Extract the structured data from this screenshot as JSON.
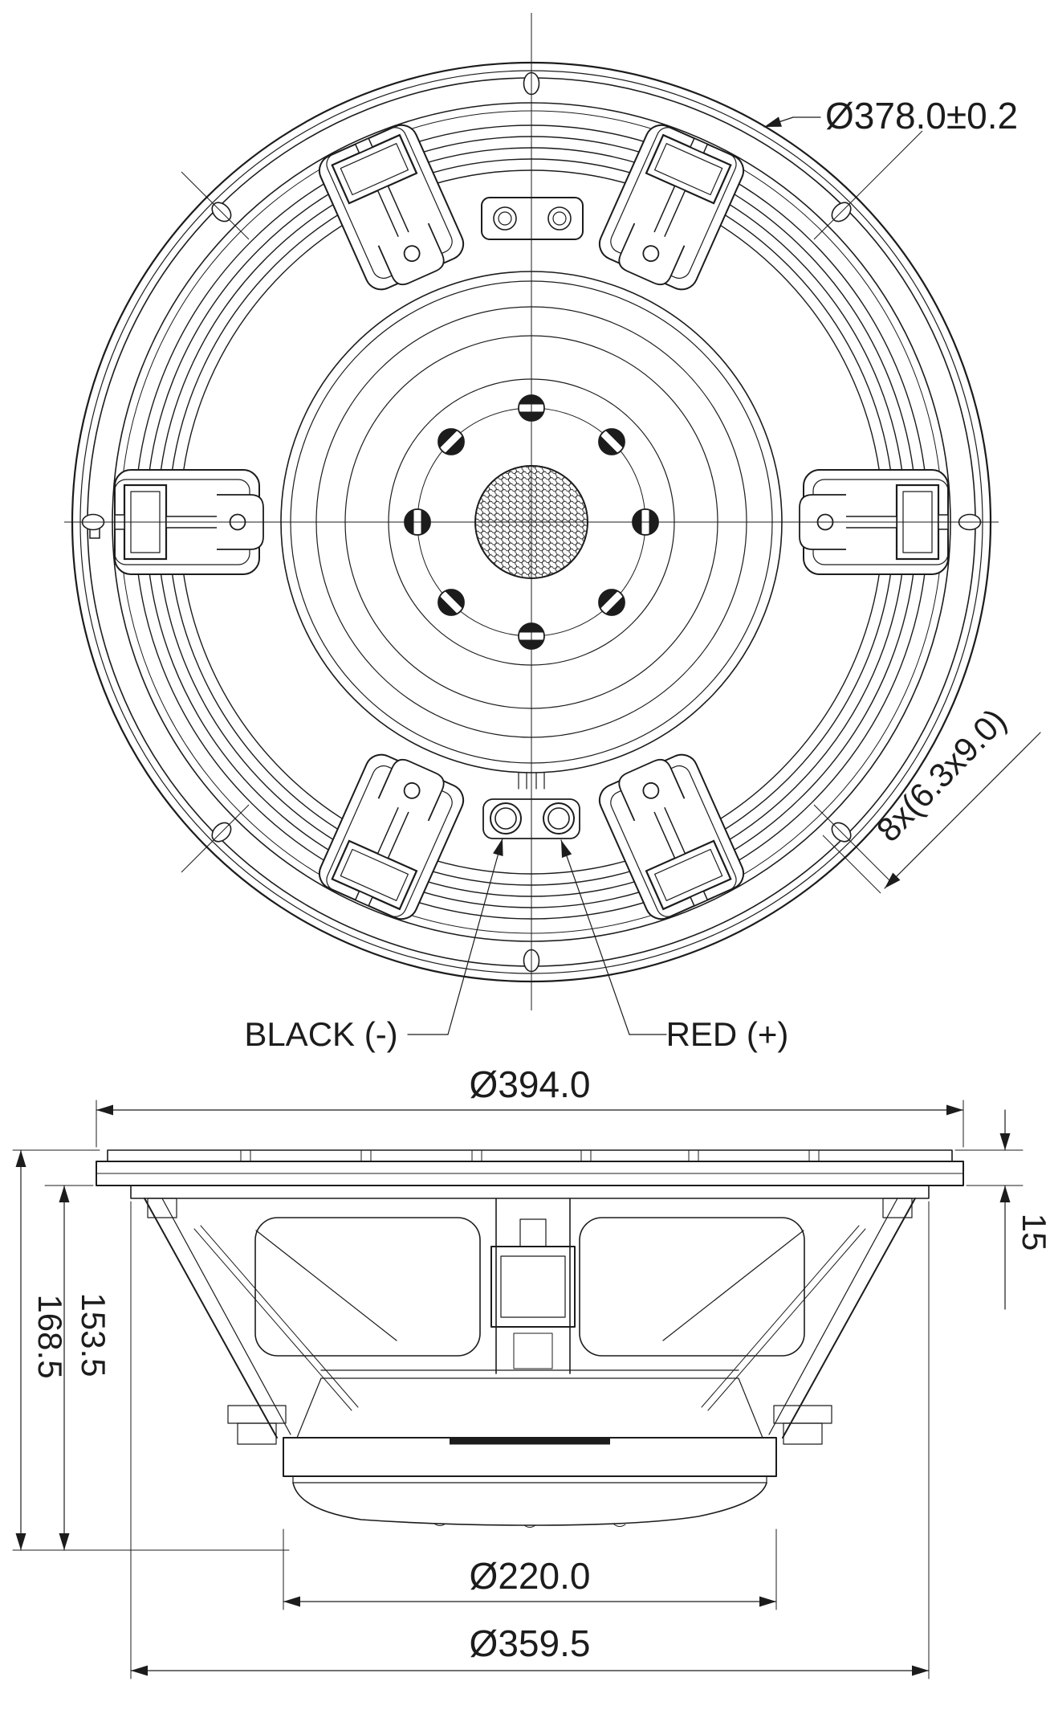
{
  "front_view": {
    "bolt_circle_dimension": "Ø378.0±0.2",
    "mounting_slot_dimension": "8x(6.3x9.0)",
    "negative_terminal_label": "BLACK (-)",
    "positive_terminal_label": "RED (+)"
  },
  "side_view": {
    "overall_diameter": "Ø394.0",
    "flange_thickness": "15",
    "total_depth": "168.5",
    "depth_below_flange": "153.5",
    "magnet_diameter": "Ø220.0",
    "basket_clearance_diameter": "Ø359.5"
  },
  "style": {
    "line_color": "#1c1c1c",
    "background_color": "#ffffff"
  }
}
